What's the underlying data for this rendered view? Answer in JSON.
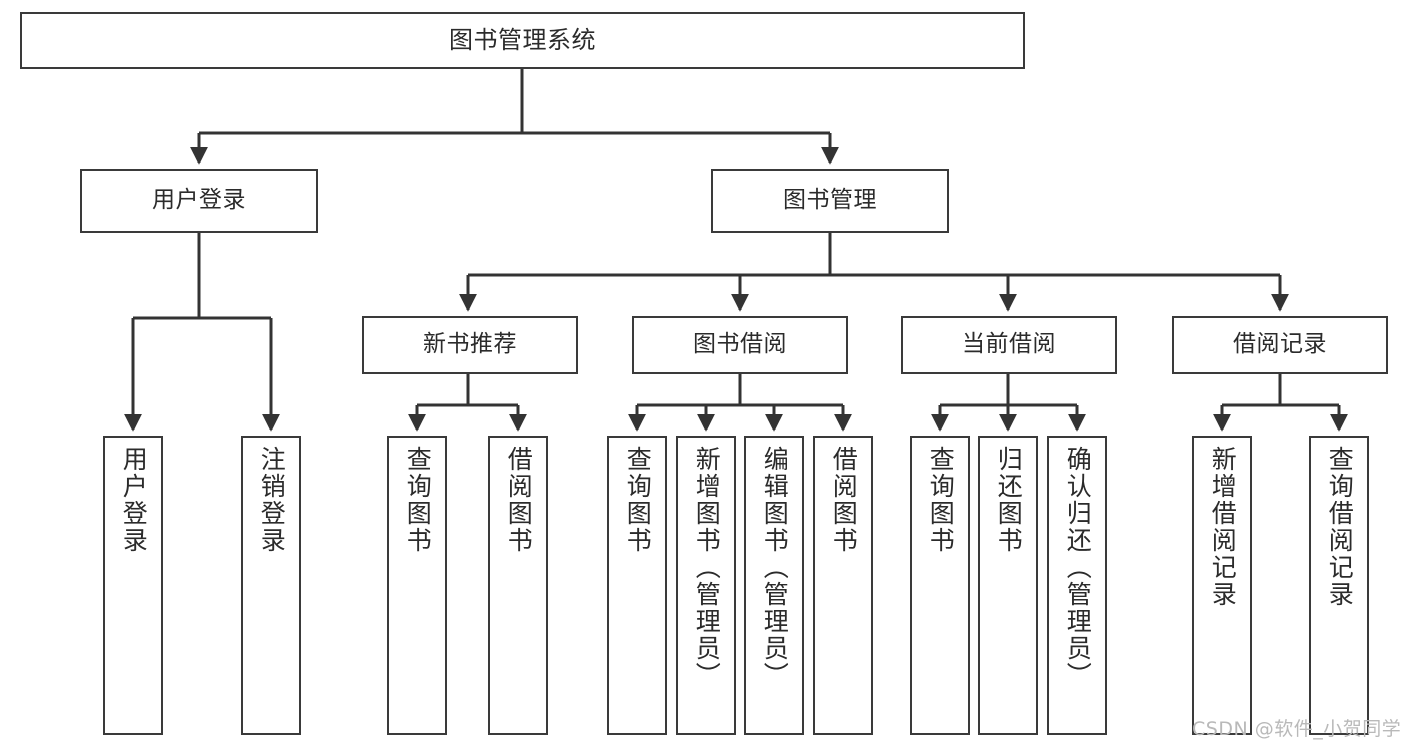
{
  "diagram": {
    "title": "图书管理系统",
    "watermark": "CSDN @软件_小贺同学",
    "colors": {
      "box_border": "#3a3a3a",
      "line": "#333333",
      "text": "#2b2b2b",
      "background": "#ffffff",
      "watermark": "#b9b9b9"
    },
    "root": {
      "label": "图书管理系统"
    },
    "level2": [
      {
        "label": "用户登录"
      },
      {
        "label": "图书管理"
      }
    ],
    "level3": [
      {
        "label": "新书推荐"
      },
      {
        "label": "图书借阅"
      },
      {
        "label": "当前借阅"
      },
      {
        "label": "借阅记录"
      }
    ],
    "leaves": {
      "user_login": [
        {
          "label": "用户登录"
        },
        {
          "label": "注销登录"
        }
      ],
      "new_book": [
        {
          "label": "查询图书"
        },
        {
          "label": "借阅图书"
        }
      ],
      "book_borrow": [
        {
          "label": "查询图书"
        },
        {
          "label": "新增图书（管理员）"
        },
        {
          "label": "编辑图书（管理员）"
        },
        {
          "label": "借阅图书"
        }
      ],
      "current_borrow": [
        {
          "label": "查询图书"
        },
        {
          "label": "归还图书"
        },
        {
          "label": "确认归还（管理员）"
        }
      ],
      "borrow_record": [
        {
          "label": "新增借阅记录"
        },
        {
          "label": "查询借阅记录"
        }
      ]
    }
  }
}
